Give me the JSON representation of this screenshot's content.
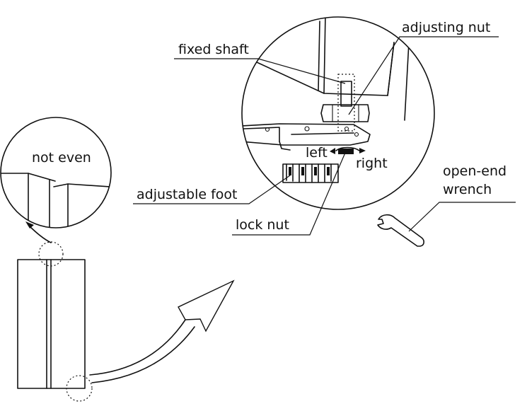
{
  "labels": {
    "not_even": "not even",
    "fixed_shaft": "fixed shaft",
    "adjusting_nut": "adjusting nut",
    "adjustable_foot": "adjustable foot",
    "lock_nut": "lock nut",
    "left": "left",
    "right": "right",
    "wrench_line1": "open-end",
    "wrench_line2": "wrench"
  },
  "icons": [
    "wrench-icon",
    "rotation-arrow-icon"
  ]
}
